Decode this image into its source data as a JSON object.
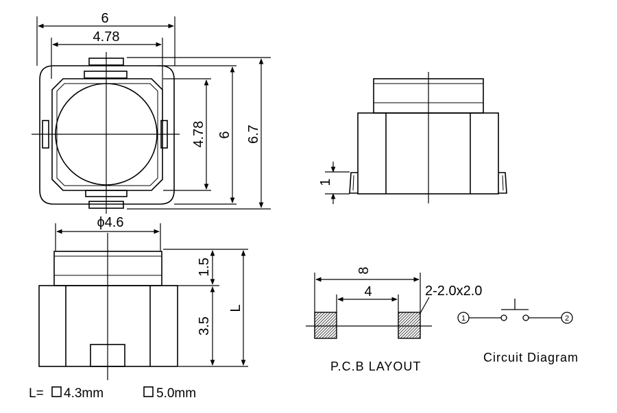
{
  "top_view": {
    "dim_outer_width": "6",
    "dim_inner_width": "4.78",
    "dim_inner_height": "4.78",
    "dim_body_height": "6",
    "dim_total_height": "6.7"
  },
  "right_side_view": {
    "dim_leg": "1"
  },
  "front_view": {
    "dim_cap_diameter": "ϕ4.6",
    "dim_cap_height": "1.5",
    "dim_body_height": "3.5",
    "dim_total": "L"
  },
  "footnote": {
    "prefix": "L=",
    "option_a": "4.3mm",
    "option_b": "5.0mm"
  },
  "pcb_layout": {
    "dim_outer": "8",
    "dim_inner": "4",
    "pad_spec": "2-2.0x2.0",
    "caption": "P.C.B LAYOUT"
  },
  "circuit": {
    "terminal_1": "1",
    "terminal_2": "2",
    "caption": "Circuit Diagram"
  },
  "colors": {
    "line": "#000000",
    "background": "#ffffff"
  }
}
